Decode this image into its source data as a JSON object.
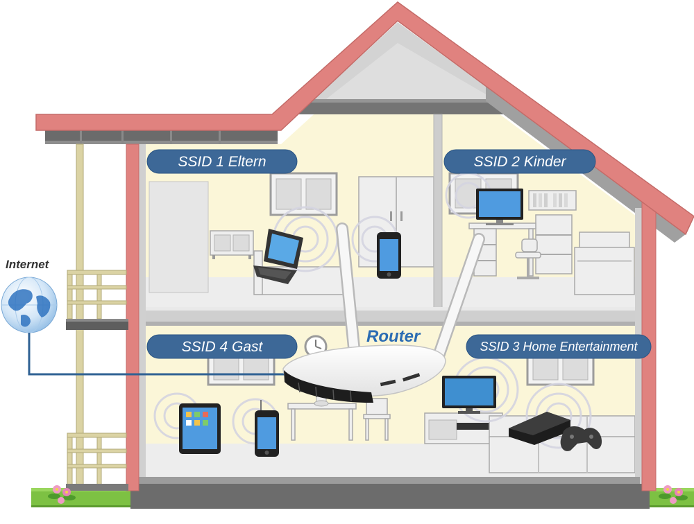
{
  "diagram": {
    "internet_label": "Internet",
    "router_label": "Router"
  },
  "ssids": [
    {
      "label": "SSID 1 Eltern"
    },
    {
      "label": "SSID 2 Kinder"
    },
    {
      "label": "SSID 4 Gast"
    },
    {
      "label": "SSID 3 Home Entertainment"
    }
  ],
  "colors": {
    "roof": "#e0827f",
    "ssid_pill": "#3d6897",
    "router_label": "#2b6cb3",
    "connection_line": "#2f6193",
    "grass": "#7dc143",
    "wall_interior": "#fbf6d8"
  },
  "icons": [
    "globe-icon",
    "router-icon",
    "laptop-icon",
    "smartphone-icon",
    "desktop-monitor-icon",
    "tablet-icon",
    "tv-icon",
    "game-console-icon",
    "gamepad-icon",
    "clock-icon",
    "flower-icon"
  ]
}
